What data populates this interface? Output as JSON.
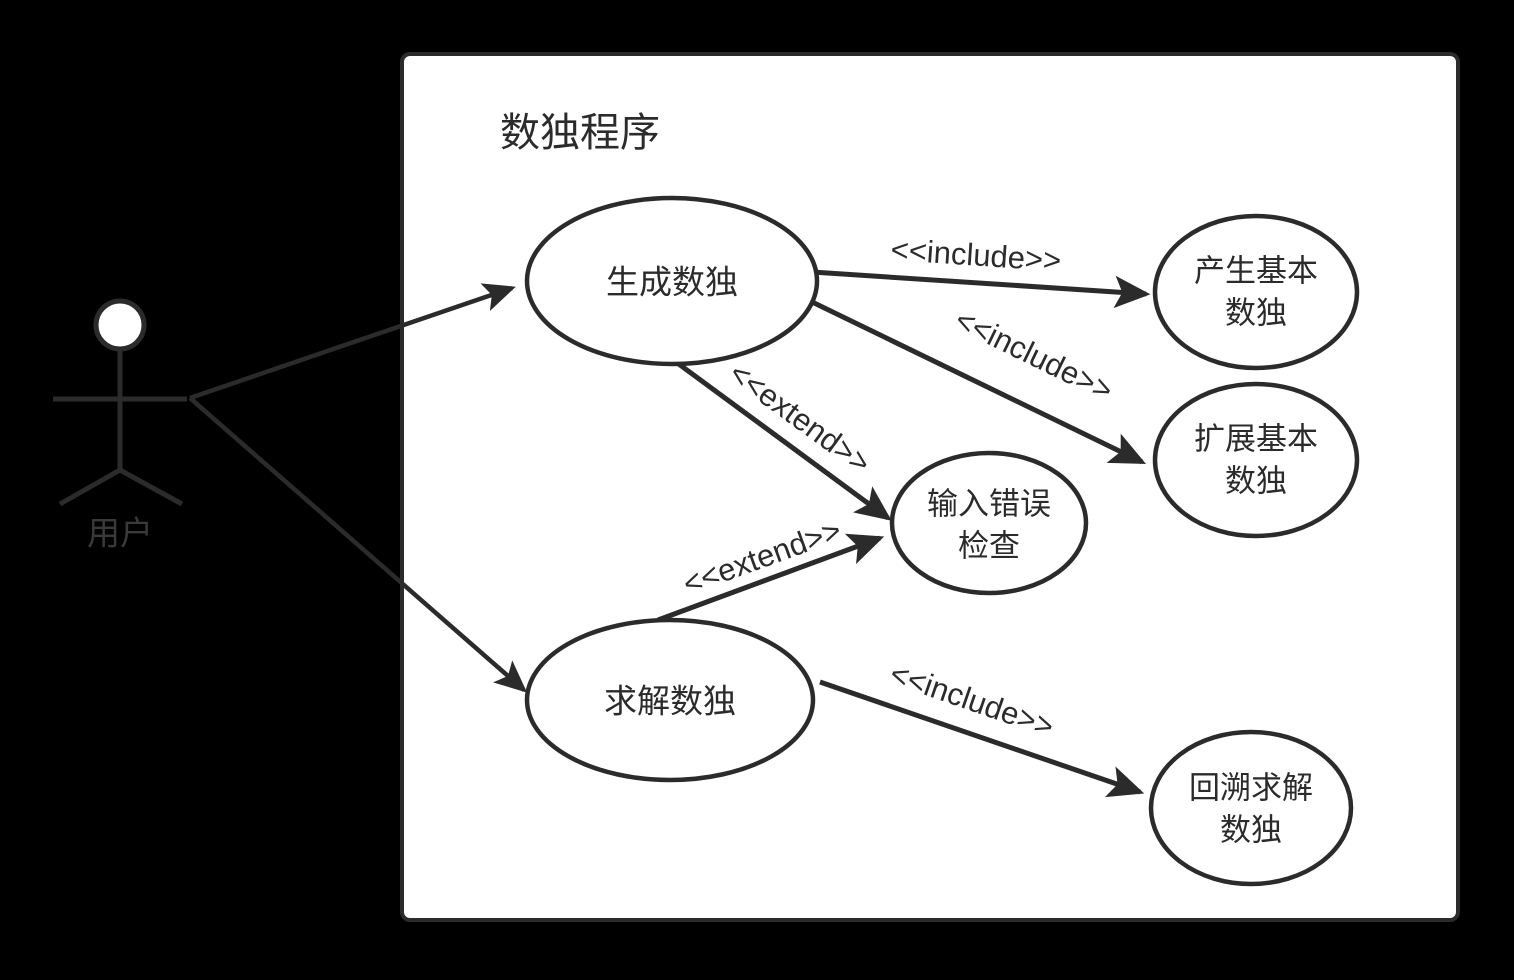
{
  "diagram": {
    "kind": "uml-use-case-diagram",
    "background_color": "#000000",
    "stroke_color": "#2b2b2b",
    "fill_color": "#ffffff",
    "system_boundary": {
      "title": "数独程序"
    },
    "actors": [
      {
        "id": "user",
        "label": "用户"
      }
    ],
    "use_cases": [
      {
        "id": "generate",
        "line1": "生成数独",
        "line2": ""
      },
      {
        "id": "basic",
        "line1": "产生基本",
        "line2": "数独"
      },
      {
        "id": "extendbasic",
        "line1": "扩展基本",
        "line2": "数独"
      },
      {
        "id": "inputcheck",
        "line1": "输入错误",
        "line2": "检查"
      },
      {
        "id": "solve",
        "line1": "求解数独",
        "line2": ""
      },
      {
        "id": "backtrack",
        "line1": "回溯求解",
        "line2": "数独"
      }
    ],
    "relations": [
      {
        "id": "user-generate",
        "stereotype": ""
      },
      {
        "id": "user-solve",
        "stereotype": ""
      },
      {
        "id": "generate-basic",
        "stereotype": "<<include>>"
      },
      {
        "id": "generate-extendbasic",
        "stereotype": "<<include>>"
      },
      {
        "id": "generate-inputcheck",
        "stereotype": "<<extend>>"
      },
      {
        "id": "solve-inputcheck",
        "stereotype": "<<extend>>"
      },
      {
        "id": "solve-backtrack",
        "stereotype": "<<include>>"
      }
    ]
  }
}
